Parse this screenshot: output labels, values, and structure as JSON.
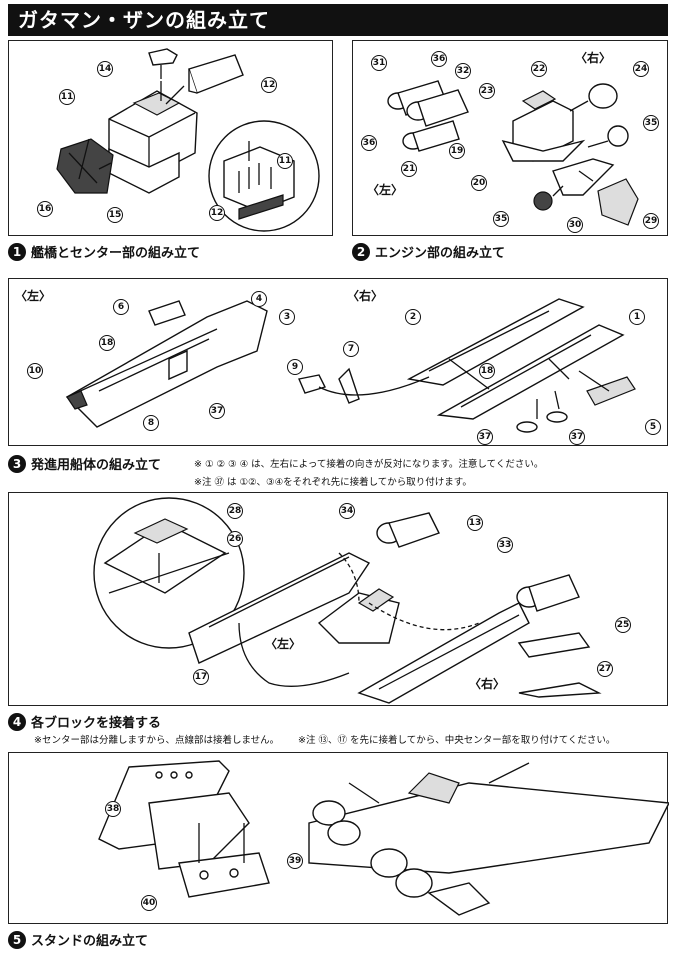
{
  "title": "ガタマン・ザンの組み立て",
  "steps": [
    {
      "num": "1",
      "label": "艦橋とセンター部の組み立て"
    },
    {
      "num": "2",
      "label": "エンジン部の組み立て"
    },
    {
      "num": "3",
      "label": "発進用船体の組み立て"
    },
    {
      "num": "4",
      "label": "各ブロックを接着する"
    },
    {
      "num": "5",
      "label": "スタンドの組み立て"
    }
  ],
  "sides": {
    "left": "〈左〉",
    "right": "〈右〉"
  },
  "notes": {
    "step3_line1": "※ ① ② ③ ④ は、左右によって接着の向きが反対になります。注意してください。",
    "step3_line2": "※注 ㊲ は ①②、③④をそれぞれ先に接着してから取り付けます。",
    "step4_line1": "※センター部は分離しますから、点線部は接着しません。",
    "step4_line2": "※注 ⑬、⑰ を先に接着してから、中央センター部を取り付けてください。"
  },
  "part_numbers": {
    "p1": [
      "14",
      "11",
      "12",
      "16",
      "15",
      "11",
      "12"
    ],
    "p2": [
      "31",
      "36",
      "32",
      "23",
      "36",
      "21",
      "19",
      "22",
      "24",
      "20",
      "35",
      "35",
      "30",
      "29"
    ],
    "p3": [
      "6",
      "4",
      "3",
      "18",
      "10",
      "8",
      "37",
      "2",
      "1",
      "7",
      "9",
      "18",
      "37",
      "37",
      "5"
    ],
    "p4": [
      "28",
      "34",
      "26",
      "13",
      "33",
      "25",
      "17",
      "27"
    ],
    "p5": [
      "38",
      "39",
      "40"
    ]
  }
}
